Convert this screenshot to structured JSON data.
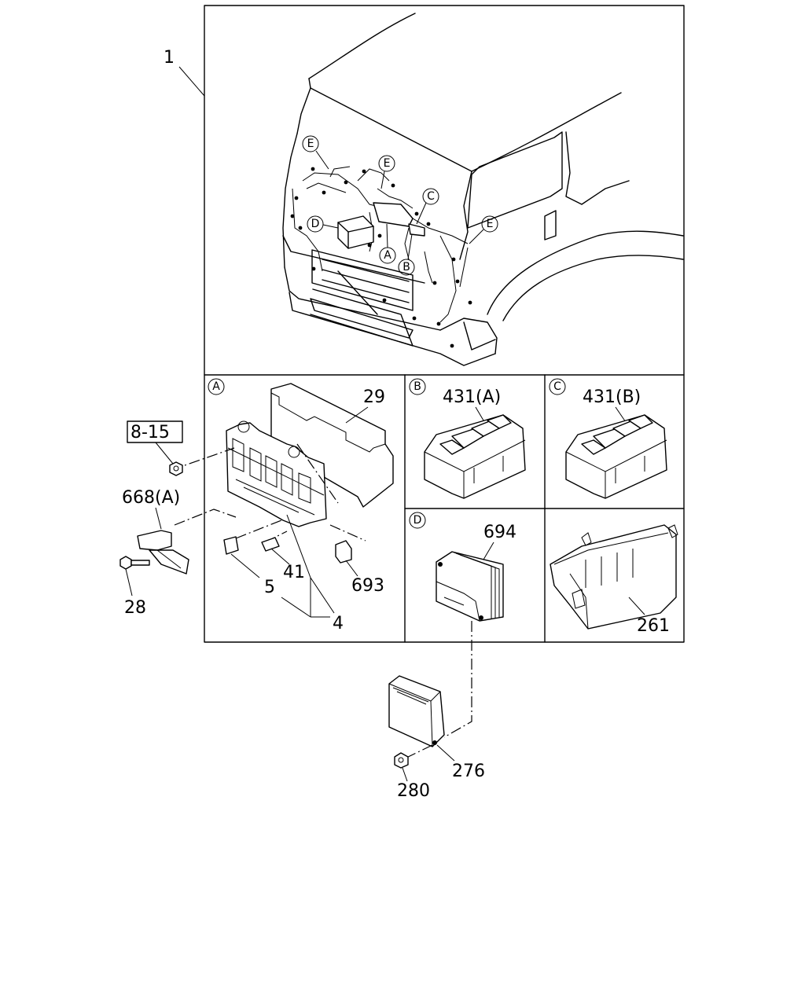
{
  "callouts": {
    "harness": "1",
    "ref_box": "8-15",
    "bracket": "668(A)",
    "bolt": "28",
    "cover": "29",
    "fuse_small": "41",
    "fuse_a": "5",
    "fuse_b": "4",
    "relay_small": "693",
    "relay_b": "431(A)",
    "relay_c": "431(B)",
    "ecu_d": "694",
    "tray": "261",
    "ecu_lower": "276",
    "nut": "280"
  },
  "detail_markers": {
    "a": "A",
    "b": "B",
    "c": "C",
    "d": "D",
    "e": "E"
  }
}
